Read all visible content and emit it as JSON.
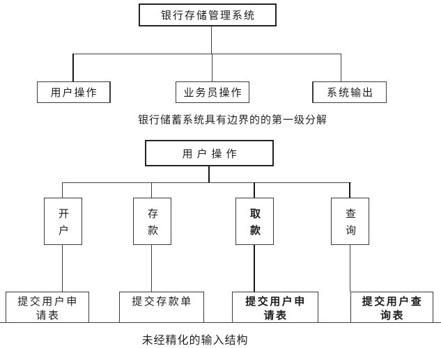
{
  "page": {
    "background": "#ffffff",
    "line_color": "#3f3f3f",
    "bold_line_color": "#151515",
    "text_color": "#1c1c1c"
  },
  "diagram1": {
    "root": "银行存储管理系统",
    "children": [
      "用户操作",
      "业务员操作",
      "系统输出"
    ],
    "caption": "银行储蓄系统具有边界的的第一级分解"
  },
  "diagram2": {
    "root": "用户操作",
    "children": [
      "开户",
      "存款",
      "取款",
      "查询"
    ],
    "leaves": [
      {
        "lines": [
          "提交用户申",
          "请表"
        ]
      },
      {
        "lines": [
          "提交存款单"
        ]
      },
      {
        "lines": [
          "提交用户申",
          "请表"
        ]
      },
      {
        "lines": [
          "提交用户查",
          "询表"
        ]
      }
    ],
    "caption": "未经精化的输入结构"
  }
}
